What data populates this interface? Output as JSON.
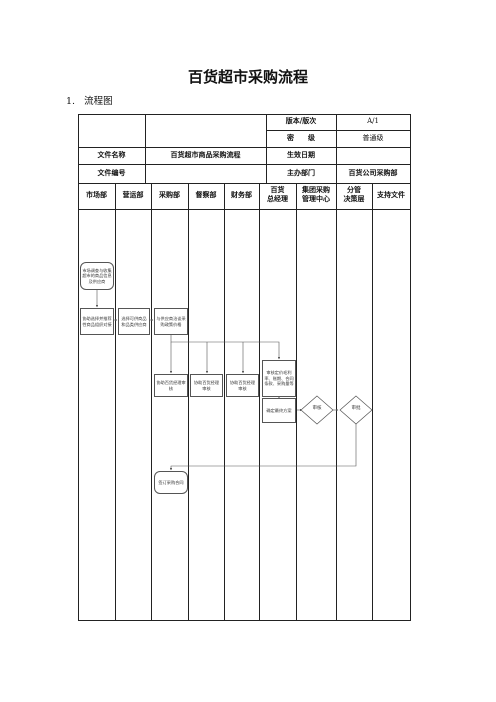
{
  "doc": {
    "title": "百货超市采购流程",
    "section_number": "1.",
    "section_label": "流程图"
  },
  "header": {
    "version_label": "版本/版次",
    "version_value": "A/1",
    "secret_label": "密　　级",
    "secret_value": "普通级",
    "doc_name_label": "文件名称",
    "doc_name_value": "百货超市商品采购流程",
    "effective_label": "生效日期",
    "effective_value": "",
    "doc_no_label": "文件编号",
    "doc_no_value": "",
    "dept_label": "主办部门",
    "dept_value": "百货公司采购部"
  },
  "lanes": [
    "市场部",
    "营运部",
    "采购部",
    "督察部",
    "财务部",
    "百货\n总经理",
    "集团采购\n管理中心",
    "分管\n决策层",
    "支持文件"
  ],
  "nodes": {
    "market_research": "市场调查与收集超市的商品信息及供应商",
    "collect_plan": "协助选择并推荐性商品组织对接",
    "select_supplier": "选择可供商品和品类供应商",
    "negotiate": "与供应商洽谈采购政策价格",
    "audit1": "协助百货经理审核",
    "audit2": "协助百货经理审核",
    "audit3": "协助百货经理审核",
    "review_price": "审核定价毛利率、账期、合同条款、采购量等",
    "confirm_plan": "确定最终方案",
    "approve": "审核",
    "decide": "审批",
    "sign_contract": "签订采购合同"
  }
}
